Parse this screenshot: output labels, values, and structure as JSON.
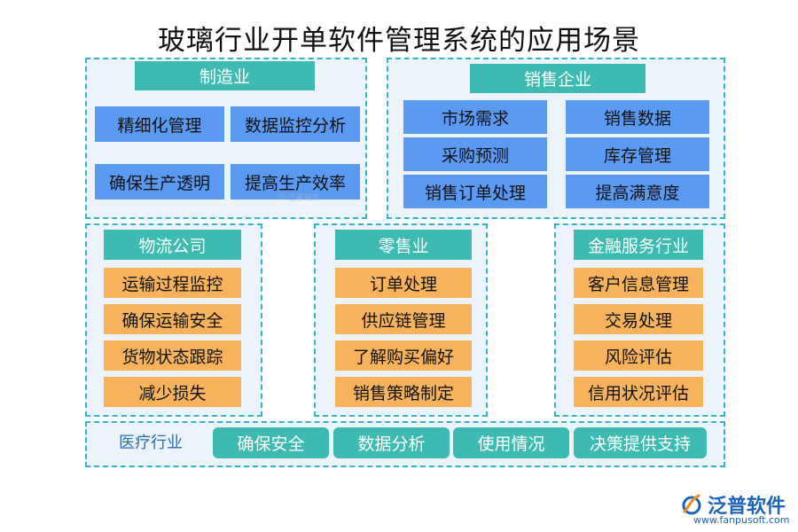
{
  "title": "玻璃行业开单软件管理系统的应用场景",
  "manufacturing": {
    "header": "制造业",
    "items": [
      "精细化管理",
      "数据监控分析",
      "确保生产透明",
      "提高生产效率"
    ]
  },
  "sales": {
    "header": "销售企业",
    "left": [
      "市场需求",
      "采购预测",
      "销售订单处理"
    ],
    "right": [
      "销售数据",
      "库存管理",
      "提高满意度"
    ]
  },
  "logistics": {
    "header": "物流公司",
    "items": [
      "运输过程监控",
      "确保运输安全",
      "货物状态跟踪",
      "减少损失"
    ]
  },
  "retail": {
    "header": "零售业",
    "items": [
      "订单处理",
      "供应链管理",
      "了解购买偏好",
      "销售策略制定"
    ]
  },
  "finance": {
    "header": "金融服务行业",
    "items": [
      "客户信息管理",
      "交易处理",
      "风险评估",
      "信用状况评估"
    ]
  },
  "medical": {
    "label": "医疗行业",
    "items": [
      "确保安全",
      "数据分析",
      "使用情况",
      "决策提供支持"
    ]
  },
  "watermark": "泛普软件",
  "logo": {
    "text": "泛普软件",
    "url": "www.fanpusoft.com"
  },
  "colors": {
    "teal": "#3dbab2",
    "blue": "#5b9af2",
    "orange": "#f6b35c",
    "panel_bg": "#ecf3fa",
    "border": "#2fb6c9"
  }
}
